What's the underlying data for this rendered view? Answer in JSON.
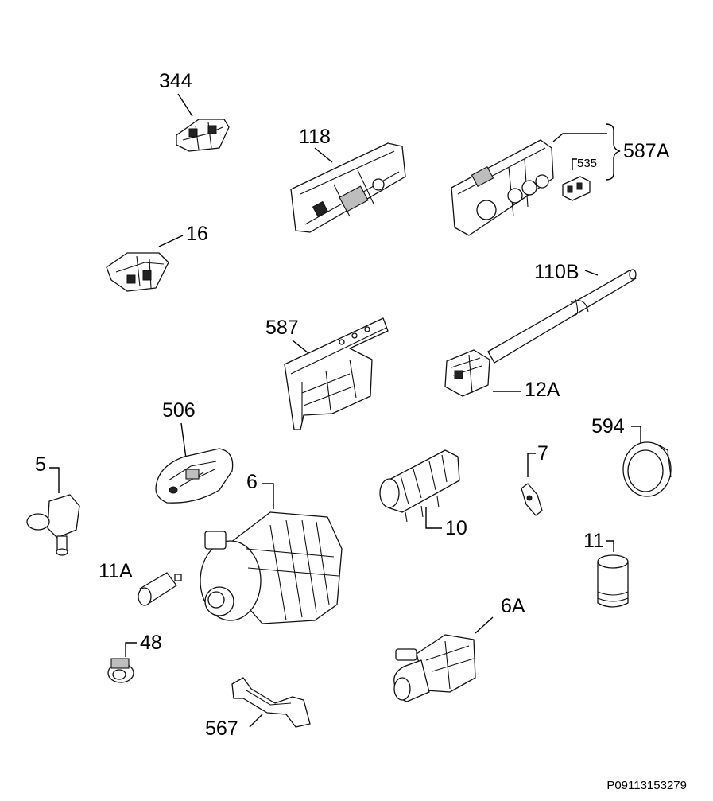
{
  "diagram": {
    "parts": [
      {
        "id": "344"
      },
      {
        "id": "118"
      },
      {
        "id": "535"
      },
      {
        "id": "587A"
      },
      {
        "id": "16"
      },
      {
        "id": "110B"
      },
      {
        "id": "587"
      },
      {
        "id": "12A"
      },
      {
        "id": "506"
      },
      {
        "id": "594"
      },
      {
        "id": "5"
      },
      {
        "id": "6"
      },
      {
        "id": "7"
      },
      {
        "id": "10"
      },
      {
        "id": "11"
      },
      {
        "id": "11A"
      },
      {
        "id": "48"
      },
      {
        "id": "6A"
      },
      {
        "id": "567"
      }
    ],
    "reference_code": "P09113153279"
  }
}
